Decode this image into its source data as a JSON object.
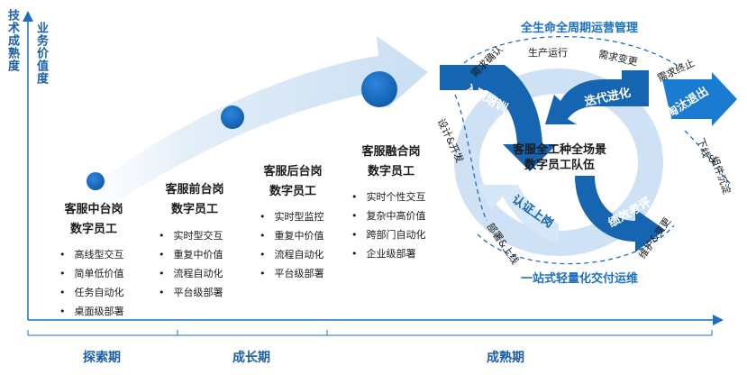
{
  "axes": {
    "y1_label": "技术成熟度",
    "y2_label": "业务价值度"
  },
  "stages": [
    {
      "title": "客服中台岗",
      "subtitle": "数字员工",
      "items": [
        "高线型交互",
        "简单低价值",
        "任务自动化",
        "桌面级部署"
      ]
    },
    {
      "title": "客服前台岗",
      "subtitle": "数字员工",
      "items": [
        "实时型交互",
        "重复中价值",
        "流程自动化",
        "平台级部署"
      ]
    },
    {
      "title": "客服后台岗",
      "subtitle": "数字员工",
      "items": [
        "实时型监控",
        "重复中价值",
        "流程自动化",
        "平台级部署"
      ]
    },
    {
      "title": "客服融合岗",
      "subtitle": "数字员工",
      "items": [
        "实时个性交互",
        "复杂中高价值",
        "跨部门自动化",
        "企业级部署"
      ]
    }
  ],
  "phases": [
    "探索期",
    "成长期",
    "成熟期"
  ],
  "lifecycle": {
    "top_title": "全生命全周期运营管理",
    "bottom_title": "一站式轻量化交付运维",
    "center_line1": "客服全工种全场景",
    "center_line2": "数字员工队伍",
    "arrows": [
      "入职培训",
      "迭代进化",
      "淘汰退出",
      "绩效考评",
      "认证上岗"
    ],
    "tags": [
      "需求确认",
      "生产运行",
      "需求变更",
      "需求终止",
      "设计&开发",
      "部署&上线",
      "维护&变更",
      "下线",
      "&",
      "组件沉淀"
    ]
  },
  "colors": {
    "accent_blue": "#1a6fc2",
    "dark_blue": "#1565b0",
    "light_blue": "#d6e8f7"
  }
}
